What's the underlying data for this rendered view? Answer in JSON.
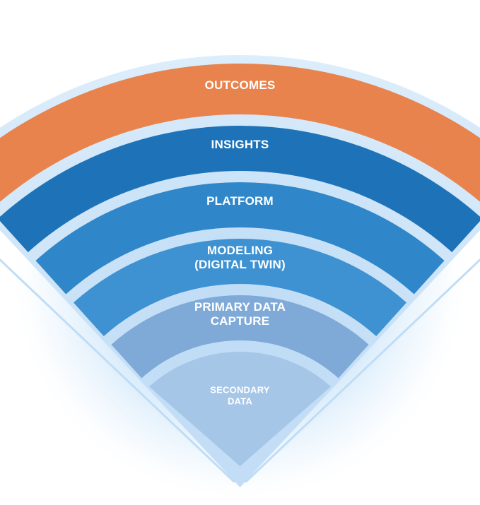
{
  "layers": [
    {
      "lines": [
        "OUTCOMES"
      ],
      "color": "#E8834D"
    },
    {
      "lines": [
        "INSIGHTS"
      ],
      "color": "#1E73B8"
    },
    {
      "lines": [
        "PLATFORM"
      ],
      "color": "#2F86C9"
    },
    {
      "lines": [
        "MODELING",
        "(DIGITAL TWIN)"
      ],
      "color": "#3F92D2"
    },
    {
      "lines": [
        "PRIMARY DATA",
        "CAPTURE"
      ],
      "color": "#7FAAD8"
    },
    {
      "lines": [
        "SECONDARY",
        "DATA"
      ],
      "color": "#A6C6E8"
    }
  ],
  "colors": {
    "glow": "#9CCBF3",
    "gap": "#CFE4F8",
    "arrow": "#BFDDF6",
    "text": "#FFFFFF"
  }
}
